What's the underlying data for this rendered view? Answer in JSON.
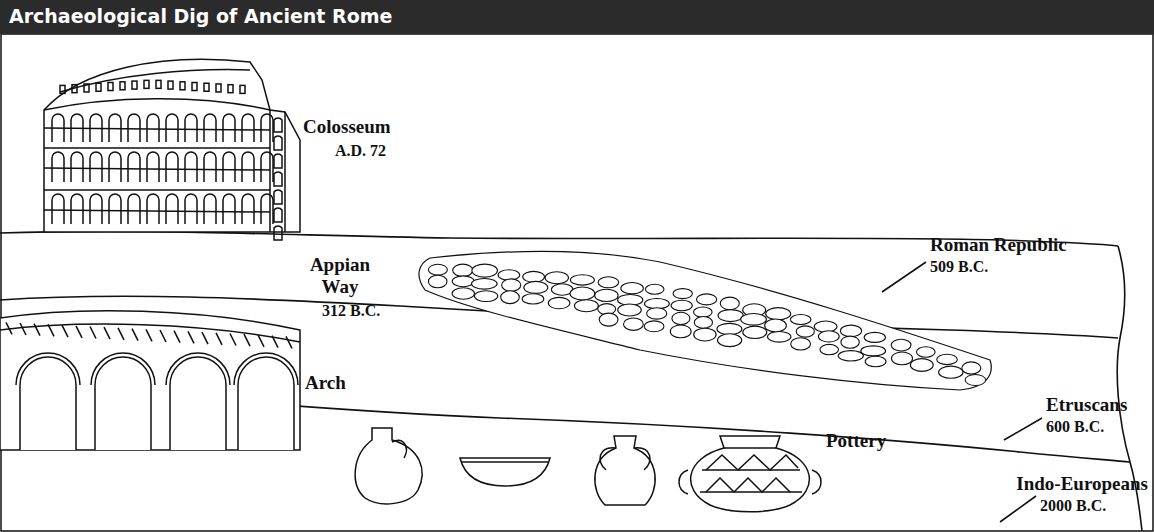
{
  "diagram": {
    "title": "Archaeological Dig of Ancient Rome",
    "labels": [
      "Colosseum",
      "A.D. 72",
      "Appian Way",
      "312 B.C.",
      "Arch",
      "Pottery",
      "Roman Republic",
      "509 B.C.",
      "Etruscans",
      "600 B.C.",
      "Indo-Europeans",
      "2000 B.C."
    ]
  }
}
